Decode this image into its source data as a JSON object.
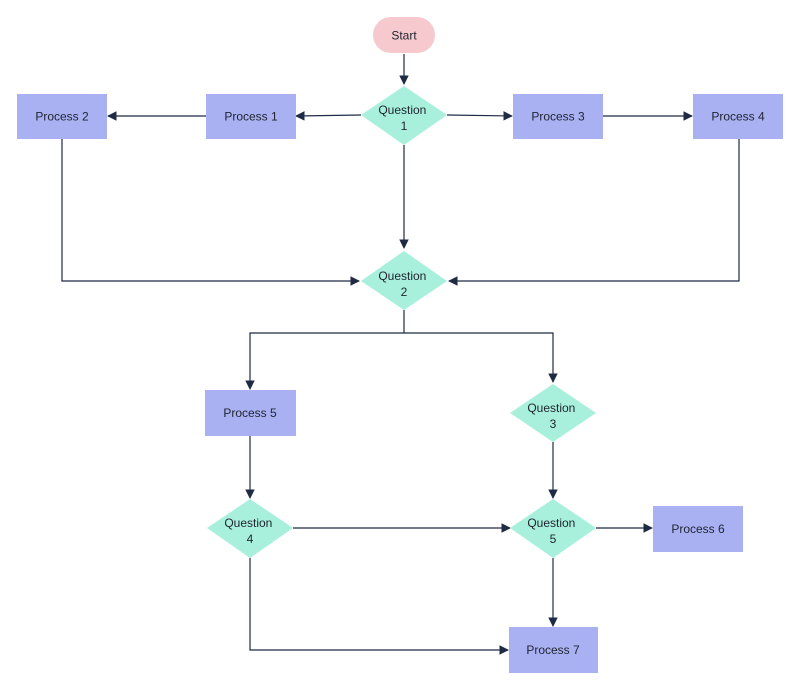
{
  "colors": {
    "process_fill": "#a9b1f2",
    "decision_fill": "#a8f0dc",
    "terminal_fill": "#f5c9cd",
    "edge": "#1f2a44",
    "text": "#1f2430"
  },
  "nodes": {
    "start": {
      "label": "Start"
    },
    "process_1": {
      "label": "Process 1"
    },
    "process_2": {
      "label": "Process 2"
    },
    "process_3": {
      "label": "Process 3"
    },
    "process_4": {
      "label": "Process 4"
    },
    "process_5": {
      "label": "Process 5"
    },
    "process_6": {
      "label": "Process 6"
    },
    "process_7": {
      "label": "Process 7"
    },
    "question_1": {
      "line1": "Question",
      "line2": "1"
    },
    "question_2": {
      "line1": "Question",
      "line2": "2"
    },
    "question_3": {
      "line1": "Question",
      "line2": "3"
    },
    "question_4": {
      "line1": "Question",
      "line2": "4"
    },
    "question_5": {
      "line1": "Question",
      "line2": "5"
    }
  },
  "edges": [
    {
      "from": "start",
      "to": "question_1"
    },
    {
      "from": "question_1",
      "to": "process_1"
    },
    {
      "from": "process_1",
      "to": "process_2"
    },
    {
      "from": "question_1",
      "to": "process_3"
    },
    {
      "from": "process_3",
      "to": "process_4"
    },
    {
      "from": "question_1",
      "to": "question_2"
    },
    {
      "from": "process_2",
      "to": "question_2"
    },
    {
      "from": "process_4",
      "to": "question_2"
    },
    {
      "from": "question_2",
      "to": "process_5"
    },
    {
      "from": "question_2",
      "to": "question_3"
    },
    {
      "from": "process_5",
      "to": "question_4"
    },
    {
      "from": "question_3",
      "to": "question_5"
    },
    {
      "from": "question_4",
      "to": "question_5"
    },
    {
      "from": "question_5",
      "to": "process_6"
    },
    {
      "from": "question_5",
      "to": "process_7"
    },
    {
      "from": "question_4",
      "to": "process_7"
    }
  ]
}
